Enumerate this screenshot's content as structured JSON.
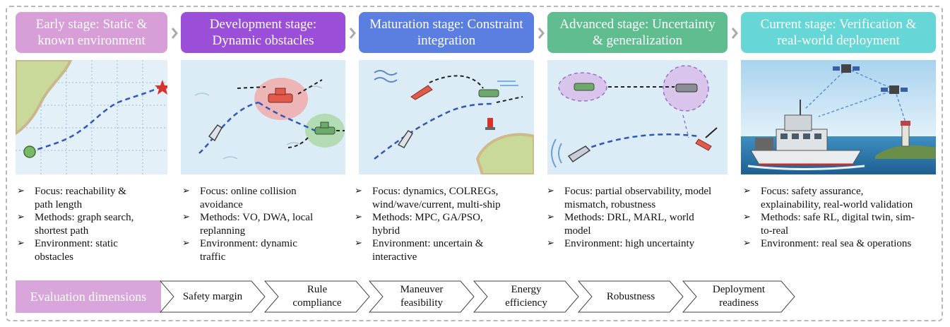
{
  "stages": [
    {
      "title_line1": "Early stage: Static &",
      "title_line2": "known environment",
      "color": "#d79ed8",
      "bullets": [
        {
          "l1": "Focus: reachability &",
          "l2": "path length"
        },
        {
          "l1": "Methods: graph search,",
          "l2": "shortest path"
        },
        {
          "l1": "Environment: static",
          "l2": "obstacles"
        }
      ]
    },
    {
      "title_line1": "Development stage:",
      "title_line2": "Dynamic obstacles",
      "color": "#9b4fd8",
      "bullets": [
        {
          "l1": "Focus: online collision",
          "l2": "avoidance"
        },
        {
          "l1": "Methods: VO, DWA, local",
          "l2": "replanning"
        },
        {
          "l1": "Environment: dynamic",
          "l2": "traffic"
        }
      ]
    },
    {
      "title_line1": "Maturation stage: Constraint",
      "title_line2": "integration",
      "color": "#5b7fe0",
      "bullets": [
        {
          "l1": "Focus: dynamics, COLREGs,",
          "l2": "wind/wave/current, multi-ship"
        },
        {
          "l1": "Methods: MPC, GA/PSO,",
          "l2": "hybrid"
        },
        {
          "l1": "Environment: uncertain &",
          "l2": "interactive"
        }
      ]
    },
    {
      "title_line1": "Advanced stage: Uncertainty",
      "title_line2": "& generalization",
      "color": "#5fbd8f",
      "bullets": [
        {
          "l1": "Focus: partial observability, model",
          "l2": "mismatch, robustness"
        },
        {
          "l1": "Methods: DRL, MARL, world",
          "l2": "model"
        },
        {
          "l1": "Environment: high uncertainty",
          "l2": ""
        }
      ]
    },
    {
      "title_line1": "Current stage: Verification &",
      "title_line2": "real-world deployment",
      "color": "#67d6d6",
      "bullets": [
        {
          "l1": "Focus: safety assurance,",
          "l2": "explainability, real-world validation"
        },
        {
          "l1": "Methods: safe RL, digital twin, sim-",
          "l2": "to-real"
        },
        {
          "l1": "Environment: real sea & operations",
          "l2": ""
        }
      ]
    }
  ],
  "bullet_marker": "➢",
  "stage_separator": "›",
  "evaluation": {
    "label": "Evaluation dimensions",
    "items": [
      {
        "l1": "Safety margin",
        "l2": ""
      },
      {
        "l1": "Rule",
        "l2": "compliance"
      },
      {
        "l1": "Maneuver",
        "l2": "feasibility"
      },
      {
        "l1": "Energy",
        "l2": "efficiency"
      },
      {
        "l1": "Robustness",
        "l2": ""
      },
      {
        "l1": "Deployment",
        "l2": "readiness"
      }
    ]
  }
}
